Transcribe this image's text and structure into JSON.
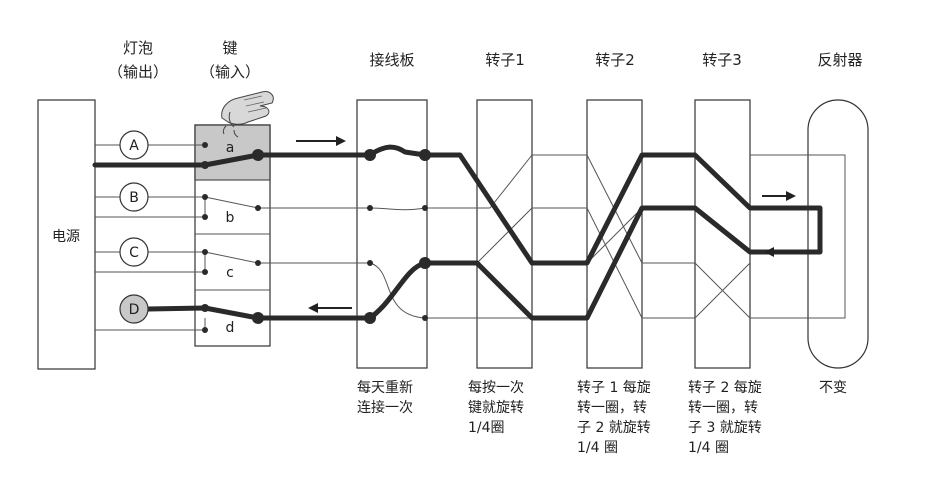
{
  "headers": {
    "lamp_line1": "灯泡",
    "lamp_line2": "（输出）",
    "key_line1": "键",
    "key_line2": "（输入）",
    "plugboard": "接线板",
    "rotor1": "转子1",
    "rotor2": "转子2",
    "rotor3": "转子3",
    "reflector": "反射器"
  },
  "power_label": "电源",
  "lamps": [
    "A",
    "B",
    "C",
    "D"
  ],
  "keys": [
    "a",
    "b",
    "c",
    "d"
  ],
  "captions": {
    "plugboard": [
      "每天重新",
      "连接一次"
    ],
    "rotor1": [
      "每按一次",
      "键就旋转",
      "1/4圈"
    ],
    "rotor2": [
      "转子 1 每旋",
      "转一圈，转",
      "子 2 就旋转",
      "1/4 圈"
    ],
    "rotor3": [
      "转子 2 每旋",
      "转一圈，转",
      "子 3 就旋转",
      "1/4 圈"
    ],
    "reflector": [
      "不变"
    ]
  },
  "colors": {
    "key_pressed_fill": "#c8c8c8",
    "lamp_lit_fill": "#c8c8c8",
    "wire_dark": "#2a2a2a"
  },
  "icons": {
    "pressing_hand": "pointing-hand-icon"
  }
}
